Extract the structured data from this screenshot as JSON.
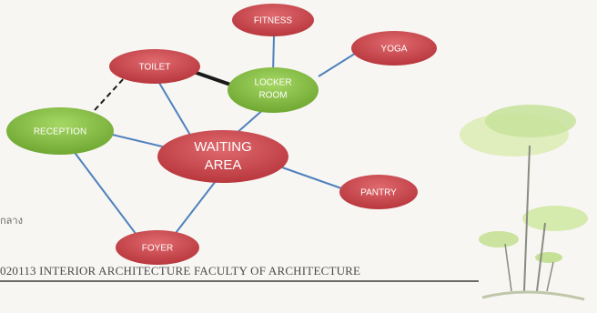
{
  "nodes": {
    "fitness": "FITNESS",
    "yoga": "YOGA",
    "toilet": "TOILET",
    "locker_line1": "LOCKER",
    "locker_line2": "ROOM",
    "reception": "RECEPTION",
    "waiting_line1": "WAITING",
    "waiting_line2": "AREA",
    "pantry": "PANTRY",
    "foyer": "FOYER"
  },
  "footer": {
    "text": "020113  INTERIOR ARCHITECTURE   FACULTY OF ARCHITECTURE"
  },
  "side_text": "กลาง",
  "colors": {
    "red_node": "#c8464b",
    "green_node": "#86bf45",
    "edge": "#4f81bd",
    "strong_edge": "#1a1a1a",
    "dashed_edge": "#1a1a1a"
  }
}
